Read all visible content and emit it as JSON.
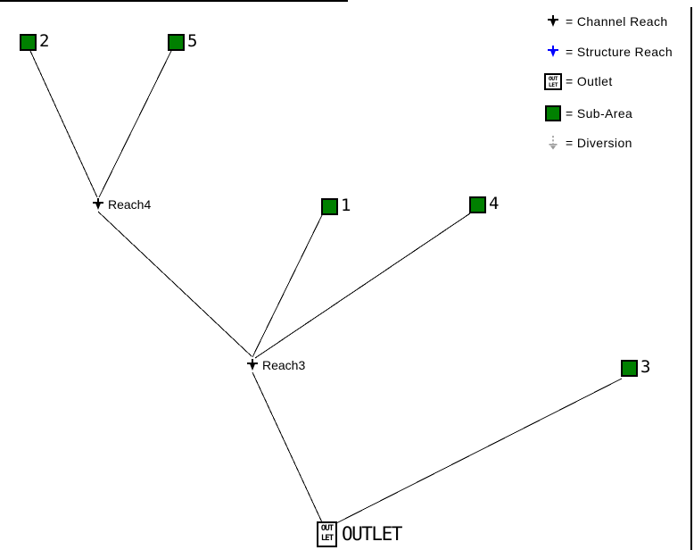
{
  "legend": {
    "items": [
      {
        "icon": "channel-reach-arrow-icon",
        "label": "= Channel Reach"
      },
      {
        "icon": "structure-reach-arrow-icon",
        "label": "= Structure Reach"
      },
      {
        "icon": "outlet-icon",
        "label": "= Outlet",
        "icon_top": "OUT",
        "icon_bottom": "LET"
      },
      {
        "icon": "sub-area-icon",
        "label": "= Sub-Area"
      },
      {
        "icon": "diversion-icon",
        "label": "= Diversion"
      }
    ]
  },
  "diagram": {
    "sub_areas": [
      {
        "label": "2"
      },
      {
        "label": "5"
      },
      {
        "label": "1"
      },
      {
        "label": "4"
      },
      {
        "label": "3"
      }
    ],
    "reaches": [
      {
        "label": "Reach4"
      },
      {
        "label": "Reach3"
      }
    ],
    "outlet": {
      "icon_top": "OUT",
      "icon_bottom": "LET",
      "label": "OUTLET"
    },
    "edges": [
      {
        "from": [
          34,
          57
        ],
        "to": [
          109,
          221
        ]
      },
      {
        "from": [
          192,
          57
        ],
        "to": [
          111,
          221
        ]
      },
      {
        "from": [
          110,
          237
        ],
        "to": [
          282,
          399
        ]
      },
      {
        "from": [
          361,
          241
        ],
        "to": [
          283,
          400
        ]
      },
      {
        "from": [
          527,
          239
        ],
        "to": [
          286,
          401
        ]
      },
      {
        "from": [
          283,
          417
        ],
        "to": [
          361,
          585
        ]
      },
      {
        "from": [
          697,
          424
        ],
        "to": [
          377,
          586
        ]
      }
    ]
  },
  "colors": {
    "background": "#ffffff",
    "sub_area_fill": "#008000",
    "channel_reach": "#000000",
    "structure_reach": "#0000ff",
    "diversion": "#999999",
    "line": "#000000"
  }
}
